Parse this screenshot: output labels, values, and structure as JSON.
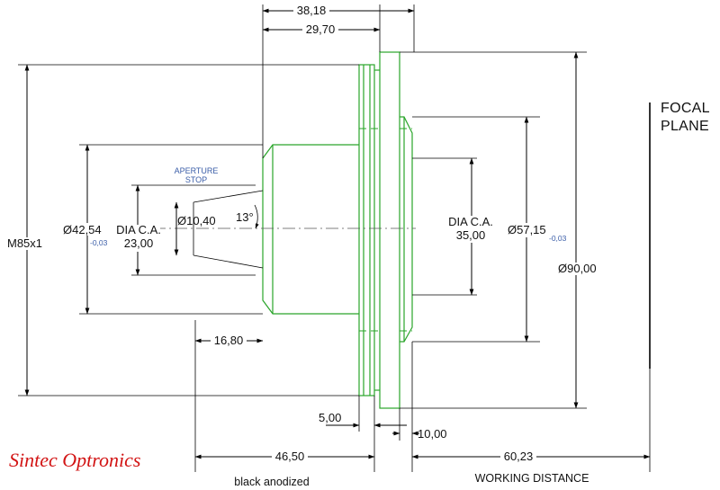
{
  "brand": "Sintec Optronics",
  "focal_plane": {
    "line1": "FOCAL",
    "line2": "PLANE"
  },
  "notes": {
    "finish": "black anodized",
    "working_distance": "WORKING DISTANCE"
  },
  "dimensions": {
    "total_length": "38,18",
    "body_length": "29,70",
    "thread": "M85x1",
    "front_dia": "Ø42,54",
    "front_dia_tol": "-0,03",
    "front_ca_label": "DIA C.A.",
    "front_ca_value": "23,00",
    "aperture_stop_line1": "APERTURE",
    "aperture_stop_line2": "STOP",
    "aperture_dia": "Ø10,40",
    "cone_angle": "13°",
    "recess_depth": "16,80",
    "rear_ca_label": "DIA C.A.",
    "rear_ca_value": "35,00",
    "rear_dia": "Ø57,15",
    "rear_dia_tol": "-0,03",
    "outer_dia": "Ø90,00",
    "flange_thickness": "5,00",
    "rear_offset": "10,00",
    "flange_to_front": "46,50",
    "working_distance_value": "60,23"
  }
}
